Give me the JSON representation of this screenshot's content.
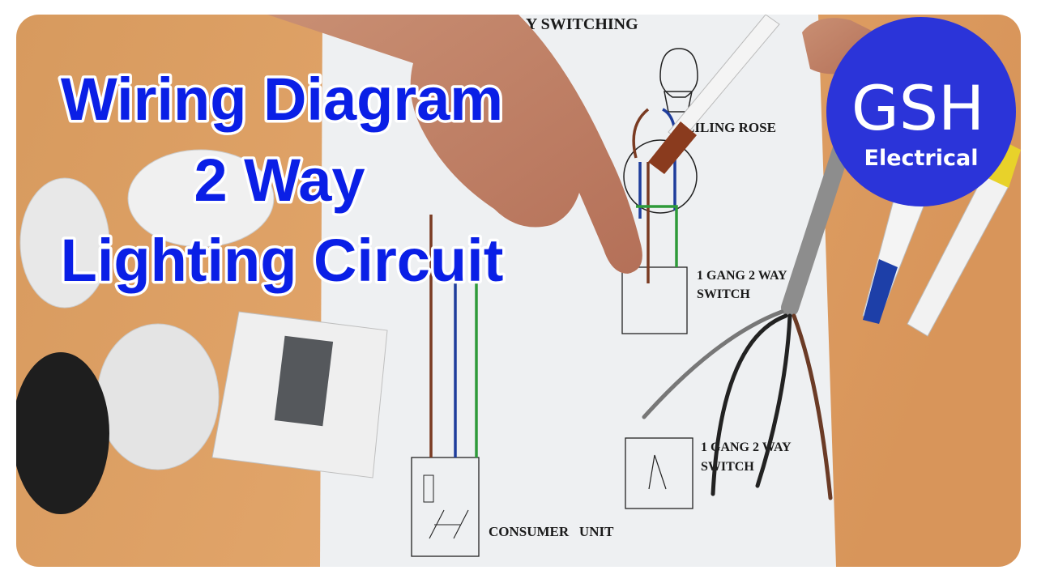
{
  "thumbnail": {
    "title_lines": [
      "Wiring Diagram",
      "2 Way",
      "Lighting Circuit"
    ],
    "title_color": "#0a1fe6"
  },
  "diagram_sheet": {
    "heading": "TWO WAY SWITCHING",
    "ceiling_rose_label": "EILING ROSE",
    "switch1_label": [
      "1 GANG 2 WAY",
      "SWITCH"
    ],
    "switch2_label": [
      "1 GANG 2 WAY",
      "SWITCH"
    ],
    "consumer_unit_label": "CONSUMER   UNIT"
  },
  "logo": {
    "name": "GSH",
    "subtitle": "Electrical",
    "color": "#2b34d9"
  },
  "wire_colors": {
    "live": "#7a3b22",
    "neutral": "#1f3d9c",
    "earth": "#2f9a3a"
  }
}
